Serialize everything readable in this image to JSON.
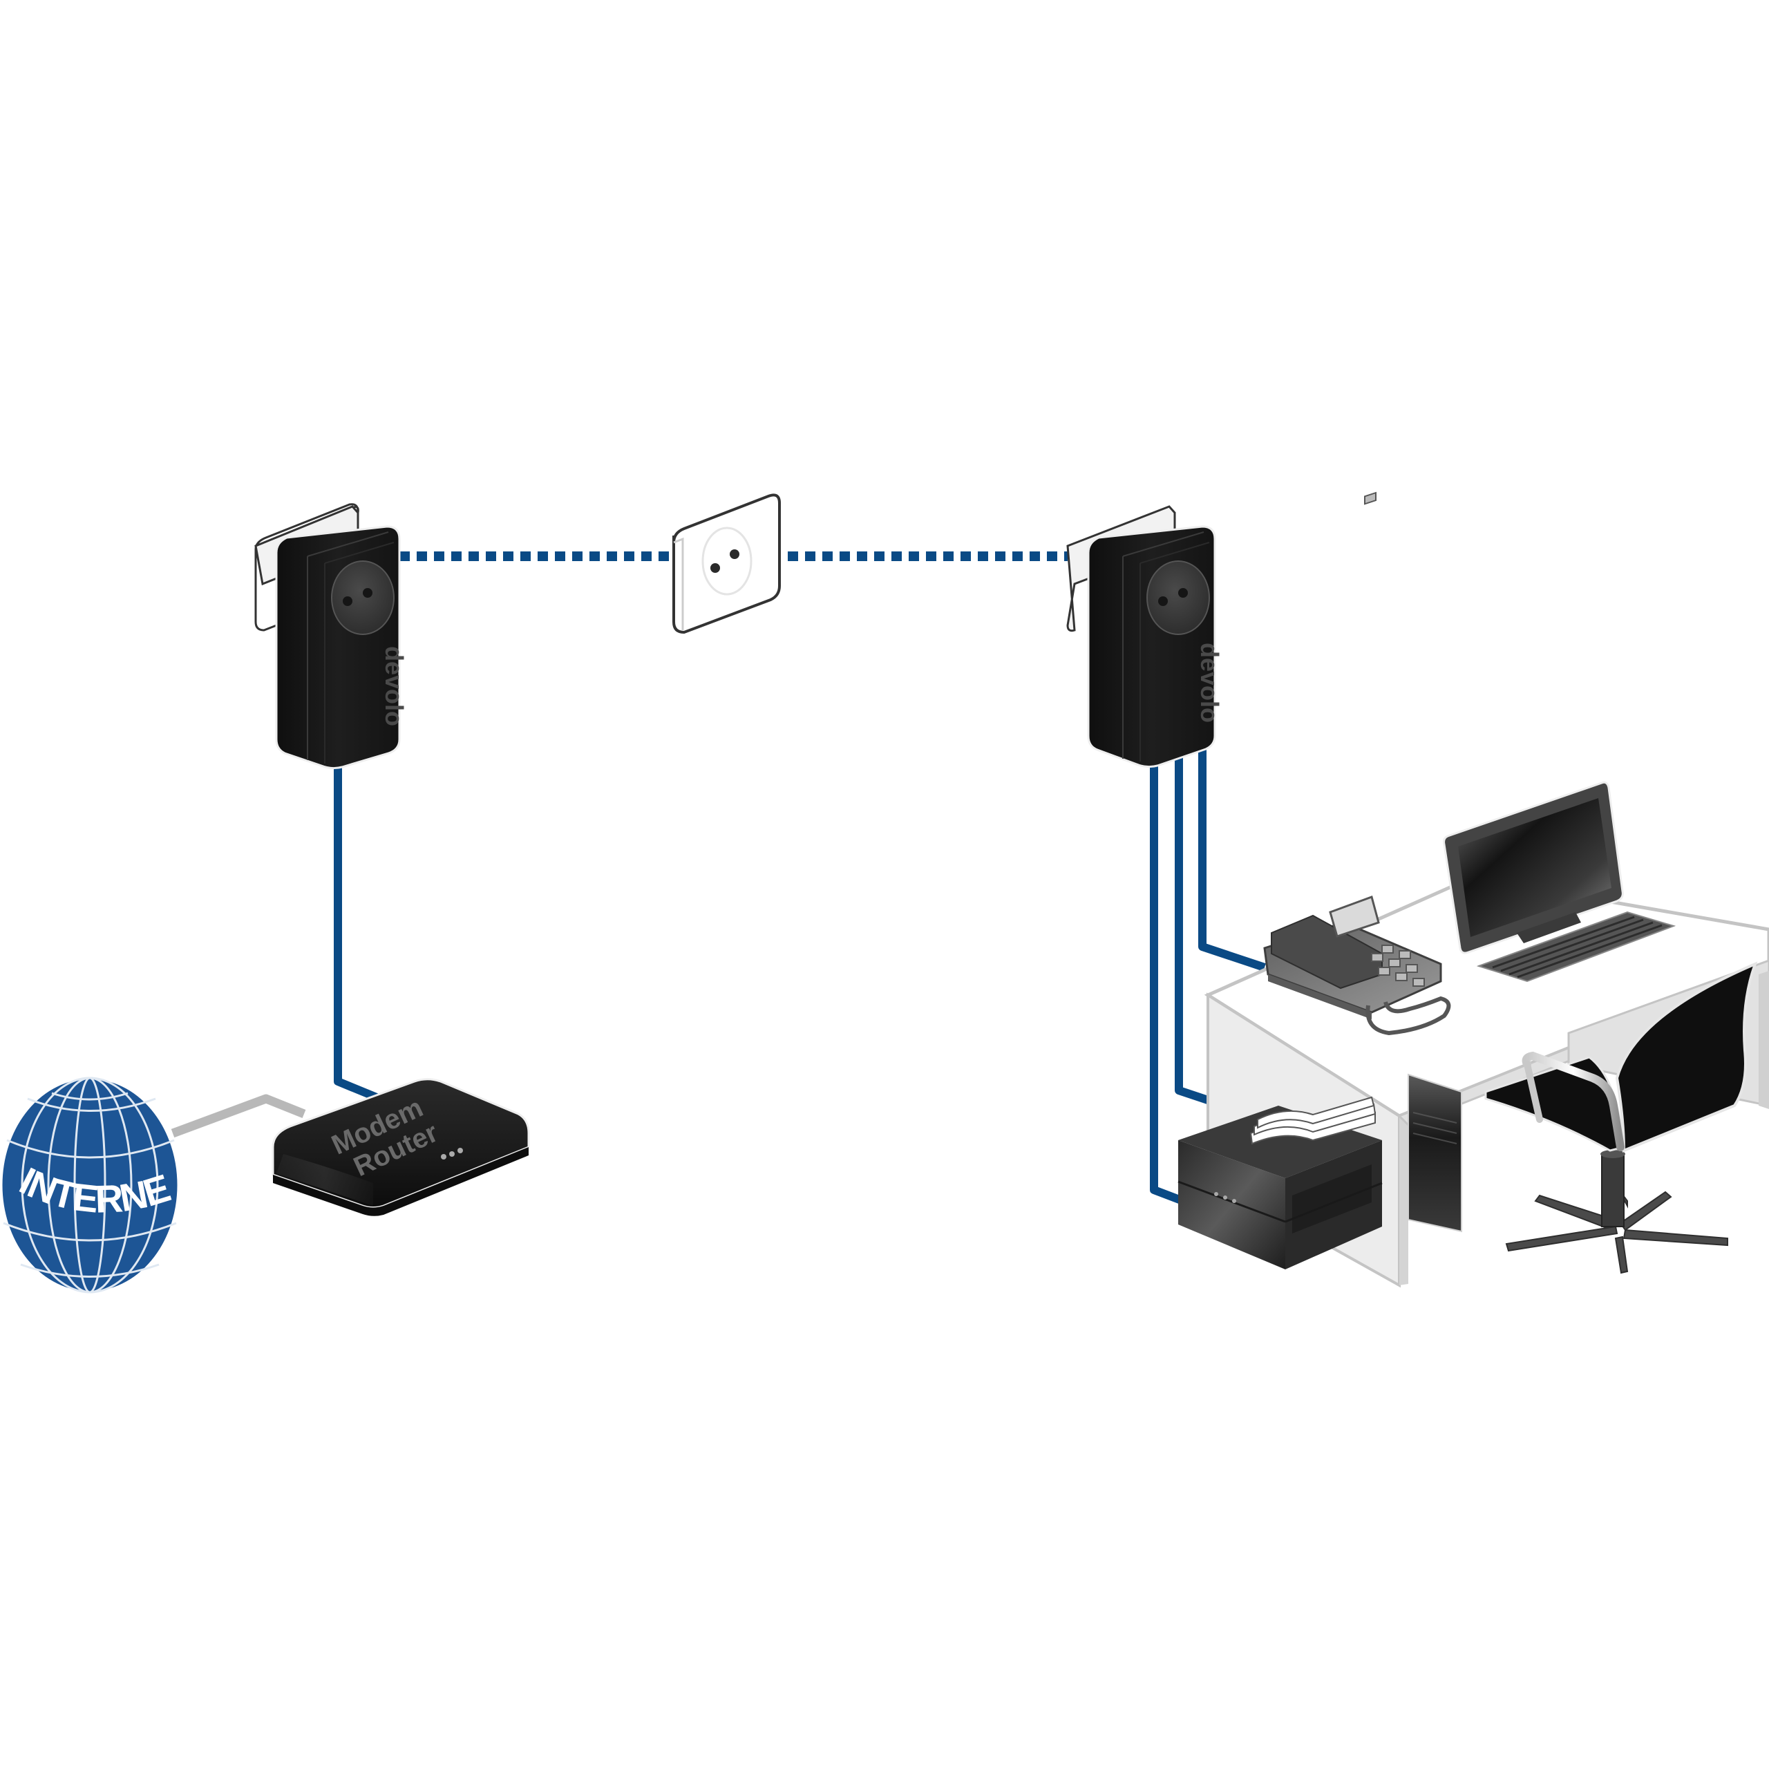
{
  "diagram": {
    "type": "powerline-network",
    "colors": {
      "cable": "#0a4a85",
      "internet_cable": "#b8b8b8",
      "globe": "#1d5595",
      "adapter": "#1a1a1a",
      "background": "#ffffff"
    },
    "nodes": {
      "internet": {
        "label": "INTERNET",
        "icon": "globe-icon"
      },
      "router": {
        "label_line1": "Modem",
        "label_line2": "Router",
        "icon": "router-icon"
      },
      "adapter_left": {
        "brand": "devolo",
        "icon": "powerline-adapter-icon"
      },
      "wall_socket": {
        "icon": "wall-socket-icon"
      },
      "adapter_right": {
        "brand": "devolo",
        "icon": "powerline-adapter-icon"
      },
      "phone": {
        "icon": "telephone-icon"
      },
      "computer": {
        "icon": "desktop-computer-icon"
      },
      "printer": {
        "icon": "printer-icon"
      },
      "desk": {
        "icon": "desk-icon"
      },
      "chair": {
        "icon": "office-chair-icon"
      }
    },
    "links": [
      {
        "from": "internet",
        "to": "router",
        "kind": "wan-cable"
      },
      {
        "from": "router",
        "to": "adapter_left",
        "kind": "ethernet"
      },
      {
        "from": "adapter_left",
        "to": "wall_socket",
        "kind": "powerline"
      },
      {
        "from": "wall_socket",
        "to": "adapter_right",
        "kind": "powerline"
      },
      {
        "from": "adapter_right",
        "to": "phone",
        "kind": "ethernet"
      },
      {
        "from": "adapter_right",
        "to": "computer",
        "kind": "ethernet"
      },
      {
        "from": "adapter_right",
        "to": "printer",
        "kind": "ethernet"
      }
    ]
  }
}
